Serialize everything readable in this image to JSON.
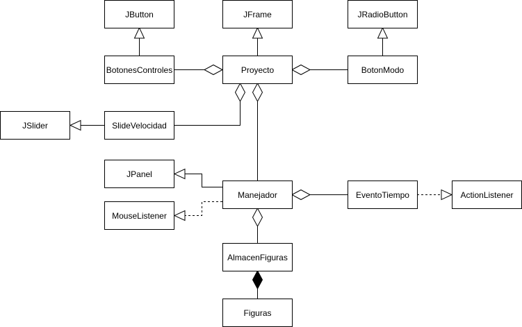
{
  "classes": {
    "jbutton": "JButton",
    "jframe": "JFrame",
    "jradiobutton": "JRadioButton",
    "botones_controles": "BotonesControles",
    "proyecto": "Proyecto",
    "boton_modo": "BotonModo",
    "jslider": "JSlider",
    "slide_velocidad": "SlideVelocidad",
    "jpanel": "JPanel",
    "manejador": "Manejador",
    "evento_tiempo": "EventoTiempo",
    "action_listener": "ActionListener",
    "mouse_listener": "MouseListener",
    "almacen_figuras": "AlmacenFiguras",
    "figuras": "Figuras"
  },
  "relations": [
    {
      "from": "BotonesControles",
      "to": "JButton",
      "type": "inheritance"
    },
    {
      "from": "Proyecto",
      "to": "JFrame",
      "type": "inheritance"
    },
    {
      "from": "BotonModo",
      "to": "JRadioButton",
      "type": "inheritance"
    },
    {
      "from": "SlideVelocidad",
      "to": "JSlider",
      "type": "inheritance"
    },
    {
      "from": "Manejador",
      "to": "JPanel",
      "type": "inheritance"
    },
    {
      "from": "Manejador",
      "to": "MouseListener",
      "type": "realization"
    },
    {
      "from": "EventoTiempo",
      "to": "ActionListener",
      "type": "realization"
    },
    {
      "from": "Proyecto",
      "to": "BotonesControles",
      "type": "aggregation"
    },
    {
      "from": "Proyecto",
      "to": "BotonModo",
      "type": "aggregation"
    },
    {
      "from": "Proyecto",
      "to": "SlideVelocidad",
      "type": "aggregation"
    },
    {
      "from": "Proyecto",
      "to": "Manejador",
      "type": "aggregation"
    },
    {
      "from": "Manejador",
      "to": "EventoTiempo",
      "type": "aggregation"
    },
    {
      "from": "Manejador",
      "to": "AlmacenFiguras",
      "type": "aggregation"
    },
    {
      "from": "AlmacenFiguras",
      "to": "Figuras",
      "type": "composition"
    }
  ]
}
